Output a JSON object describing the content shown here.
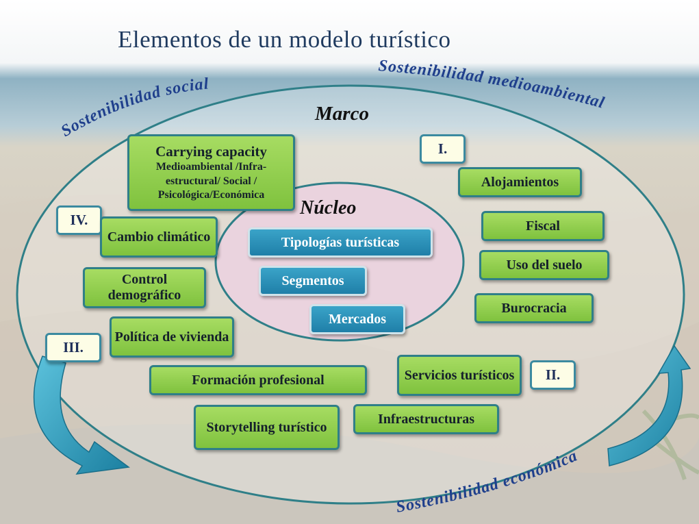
{
  "title": "Elementos de un modelo turístico",
  "frame_label": "Marco",
  "core_label": "Núcleo",
  "arcs": {
    "social": "Sostenibilidad social",
    "environmental": "Sostenibilidad medioambiental",
    "economic": "Sostenibilidad económica"
  },
  "roman": {
    "i": "I.",
    "ii": "II.",
    "iii": "III.",
    "iv": "IV."
  },
  "core_items": [
    "Tipologías turísticas",
    "Segmentos",
    "Mercados"
  ],
  "carrying": {
    "title": "Carrying capacity",
    "subtitle_1": "Medioambiental /Infra-",
    "subtitle_2": "estructural/ Social /",
    "subtitle_3": "Psicológica/Económica"
  },
  "group_i": [
    "Alojamientos",
    "Fiscal",
    "Uso del suelo",
    "Burocracia"
  ],
  "group_ii": [
    "Servicios turísticos",
    "Infraestructuras"
  ],
  "group_iii": [
    "Formación profesional",
    "Storytelling turístico"
  ],
  "group_iv": [
    "Cambio climático",
    "Control demográfico",
    "Política de vivienda"
  ],
  "colors": {
    "frame_green": "#8cc84b",
    "core_blue": "#2a8fb8",
    "core_pink": "#ead3de",
    "ring": "#2f7f88",
    "title": "#1f3a5f"
  }
}
